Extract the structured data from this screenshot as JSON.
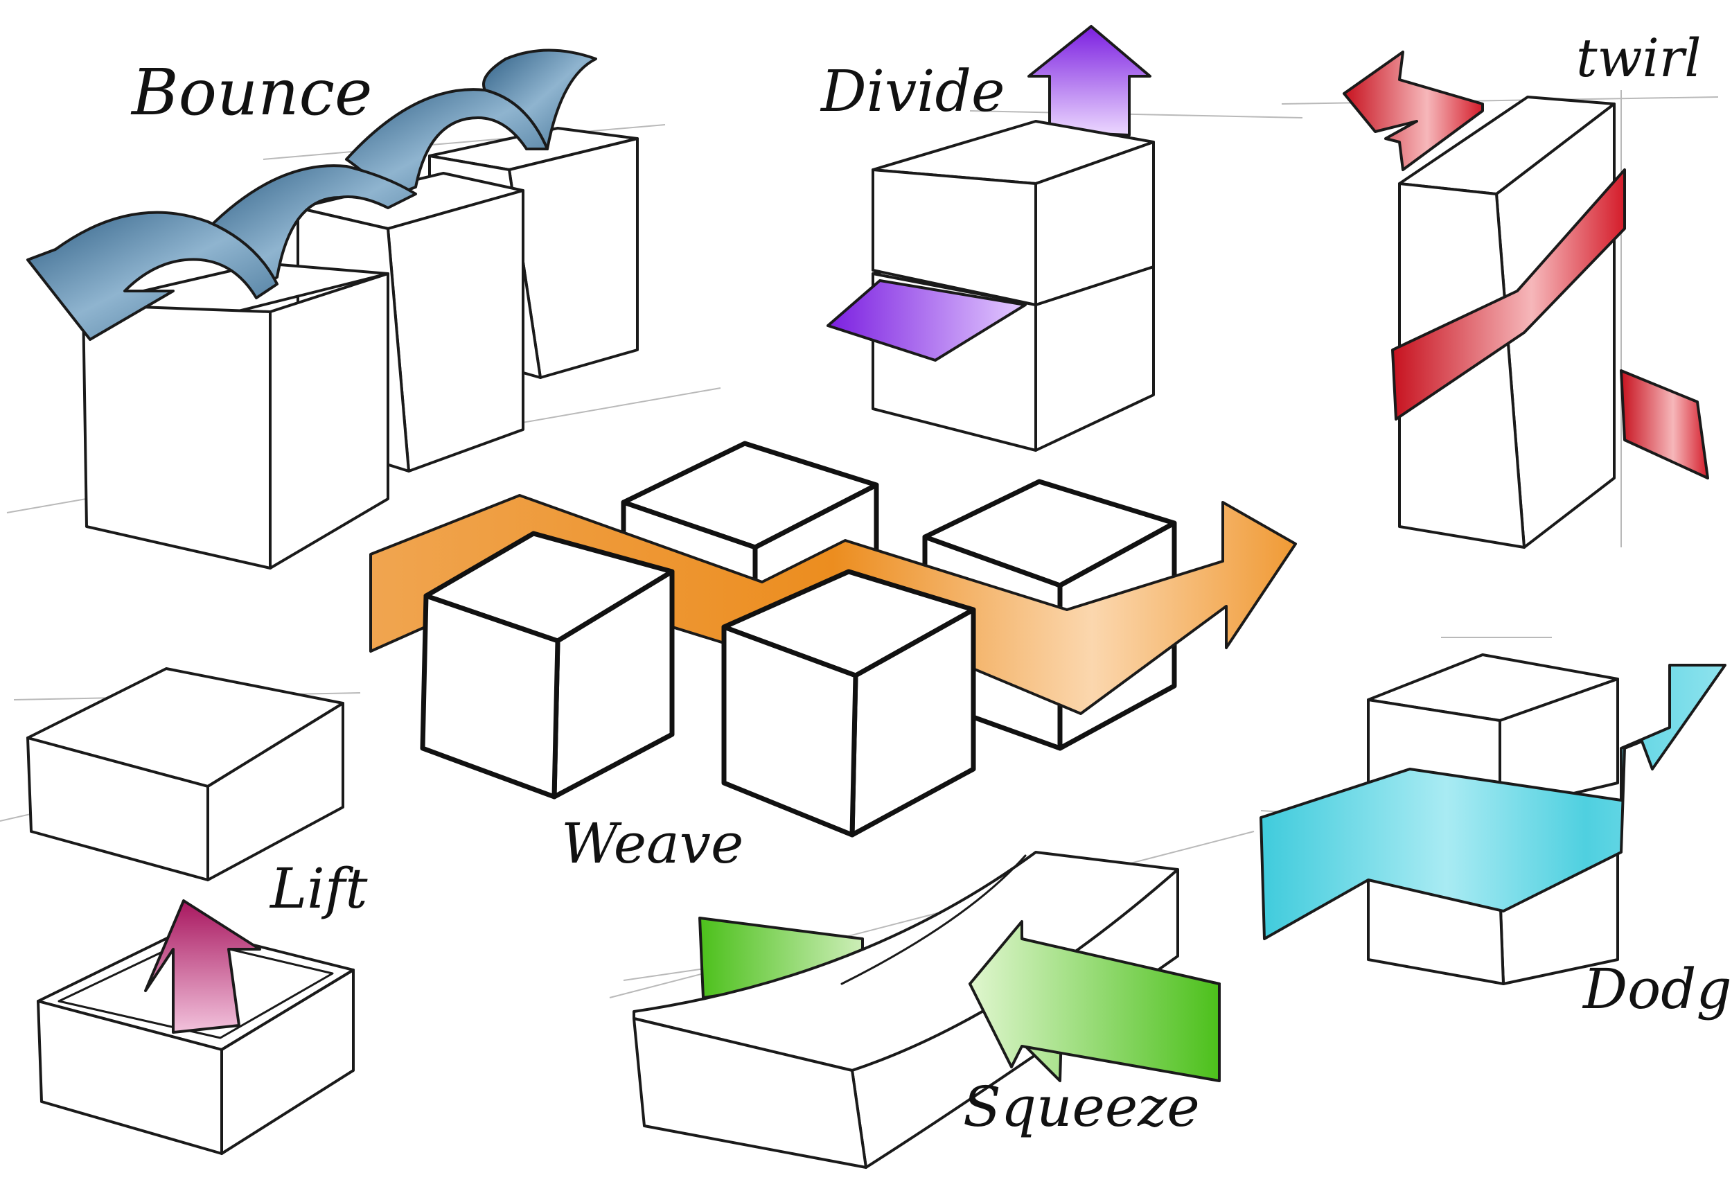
{
  "labels": {
    "bounce": "Bounce",
    "divide": "Divide",
    "twirl": "twirl",
    "weave": "Weave",
    "lift": "Lift",
    "squeeze": "Squeeze",
    "dodge": "Dodge"
  },
  "colors": {
    "bounce": "#3f6f93",
    "divide": "#8a2be2",
    "twirl": "#d41c2a",
    "weave": "#ee9223",
    "lift": "#b0206a",
    "squeeze": "#56c41f",
    "dodge": "#4fd0e0"
  },
  "icons": [
    "curved-arrow-icon",
    "up-arrow-icon",
    "wrap-band-icon",
    "zigzag-arrow-icon",
    "right-arrow-icon",
    "left-arrow-icon"
  ]
}
